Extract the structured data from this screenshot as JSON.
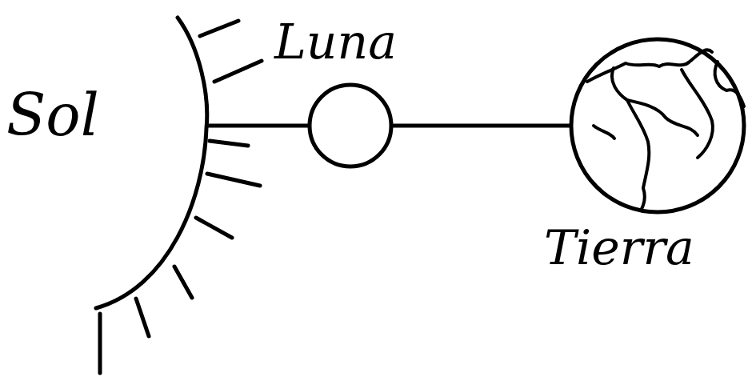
{
  "diagram": {
    "nodes": [
      {
        "text": [
          "Sol"
        ]
      },
      {
        "text": [
          "Luna"
        ]
      },
      {
        "text": [
          "Tierra"
        ]
      }
    ],
    "edges": [
      {
        "from": 0,
        "to": 1,
        "arrow": "none"
      },
      {
        "from": 1,
        "to": 2,
        "arrow": "none"
      }
    ]
  }
}
